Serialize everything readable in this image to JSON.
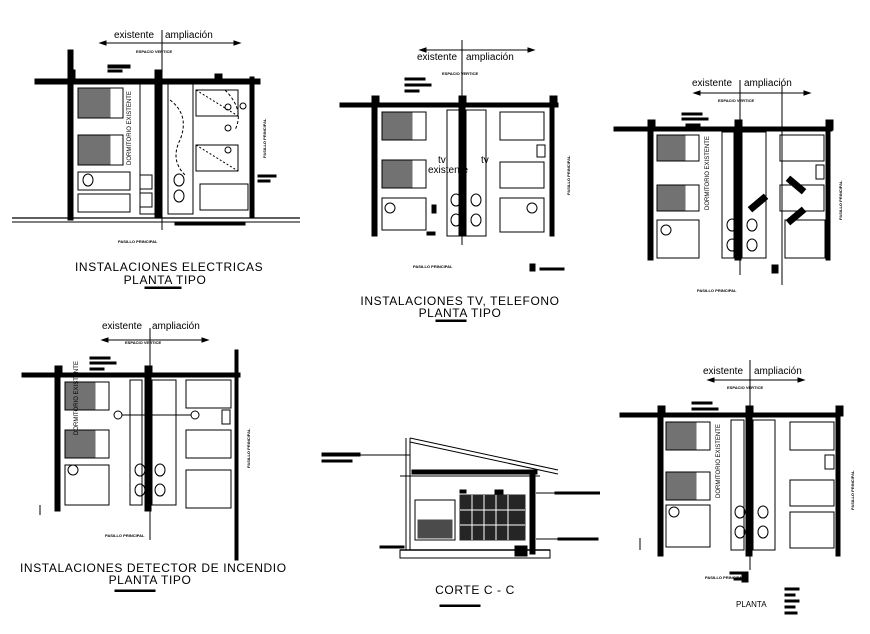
{
  "plans": [
    {
      "id": "electricas",
      "existente": "existente",
      "ampliacion": "ampliación",
      "espacio": "ESPACIO VERTICE",
      "dormitorio": "DORMITORIO EXISTENTE",
      "pasillo": "PASILLO PRINCIPAL",
      "title": "INSTALACIONES ELECTRICAS",
      "subtitle": "PLANTA TIPO"
    },
    {
      "id": "tv",
      "existente": "existente",
      "ampliacion": "ampliación",
      "espacio": "ESPACIO VERTICE",
      "tv1": "tv",
      "tv2": "tv",
      "tv_existente": "existente",
      "pasillo": "PASILLO PRINCIPAL",
      "title": "INSTALACIONES TV, TELEFONO",
      "subtitle": "PLANTA TIPO"
    },
    {
      "id": "tipo3",
      "existente": "existente",
      "ampliacion": "ampliación",
      "espacio": "ESPACIO VERTICE",
      "dormitorio": "DORMITORIO EXISTENTE",
      "pasillo": "PASILLO PRINCIPAL"
    },
    {
      "id": "detector",
      "existente": "existente",
      "ampliacion": "ampliación",
      "espacio": "ESPACIO VERTICE",
      "dormitorio": "DORMITORIO EXISTENTE",
      "pasillo": "PASILLO PRINCIPAL",
      "title": "INSTALACIONES DETECTOR DE INCENDIO",
      "subtitle": "PLANTA TIPO"
    },
    {
      "id": "corte",
      "title": "CORTE C - C"
    },
    {
      "id": "planta",
      "existente": "existente",
      "ampliacion": "ampliación",
      "espacio": "ESPACIO VERTICE",
      "dormitorio": "DORMITORIO EXISTENTE",
      "pasillo": "PASILLO PRINCIPAL",
      "title": "PLANTA"
    }
  ]
}
